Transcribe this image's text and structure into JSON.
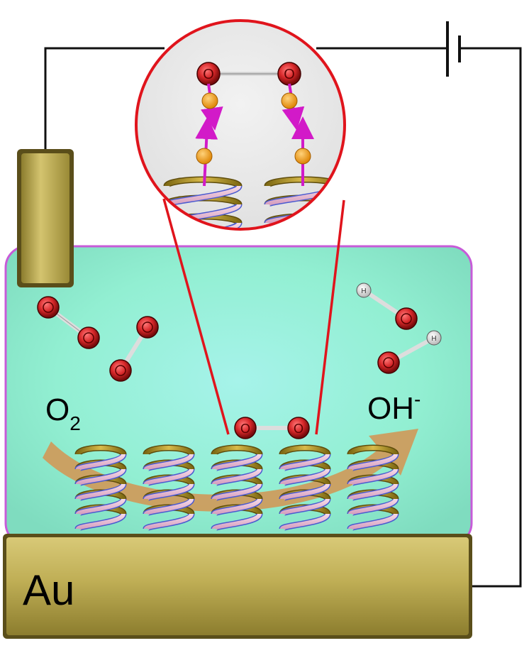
{
  "labels": {
    "reactant": "O",
    "reactant_sub": "2",
    "product": "OH",
    "product_sup": "-",
    "electrode": "Au",
    "oxygen_atom": "O",
    "hydrogen_atom": "H"
  },
  "colors": {
    "oxygen": "#d8282a",
    "hydrogen": "#f2f2f2",
    "electron": "#f5a21b",
    "spin_arrow": "#d21ac8",
    "helix_outer": "#a98a22",
    "helix_inner": "#ecc2d6",
    "helix_edge": "#4b5bd0",
    "electrolyte": "#8ff0d4",
    "gold": "#b7a64c",
    "zoom_circle": "#e0141c",
    "arrow": "#cf9a5a",
    "wire": "#111111"
  }
}
